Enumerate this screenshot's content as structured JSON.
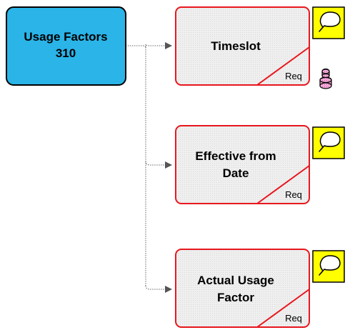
{
  "root": {
    "title_line1": "Usage Factors",
    "title_line2": "310",
    "fill_color": "#2ab4e8"
  },
  "children": [
    {
      "title_line1": "Timeslot",
      "title_line2": "",
      "required": "Req",
      "has_comment": true,
      "has_stack_icon": true
    },
    {
      "title_line1": "Effective from",
      "title_line2": "Date",
      "required": "Req",
      "has_comment": true,
      "has_stack_icon": false
    },
    {
      "title_line1": "Actual Usage",
      "title_line2": "Factor",
      "required": "Req",
      "has_comment": true,
      "has_stack_icon": false
    }
  ],
  "colors": {
    "child_border": "#e8171e",
    "child_fill": "#eeeeee",
    "comment_bg": "#ffff00",
    "connector": "#666666"
  },
  "icons": {
    "comment": "speech-bubble-icon",
    "stack": "cylinder-stack-icon"
  }
}
